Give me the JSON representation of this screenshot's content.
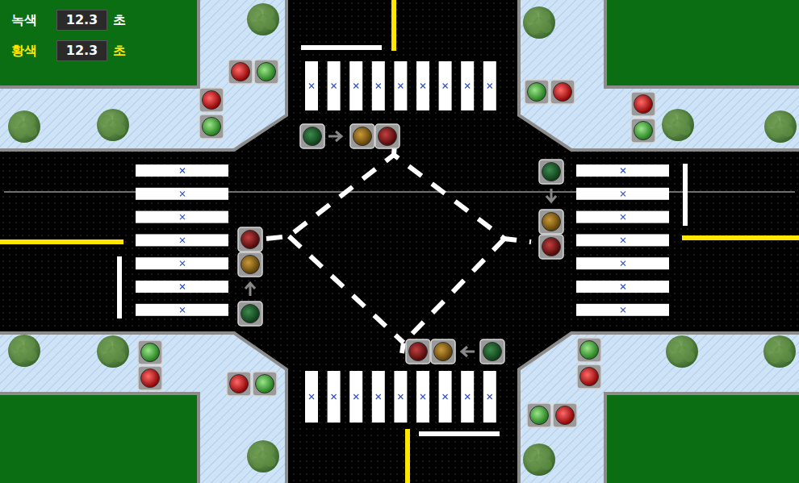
{
  "diagram": {
    "nodes": [
      {
        "text": [
          "12.3"
        ]
      },
      {
        "text": [
          "12.3"
        ]
      }
    ],
    "labels": [
      "녹색",
      "초",
      "황색",
      "초"
    ]
  }
}
